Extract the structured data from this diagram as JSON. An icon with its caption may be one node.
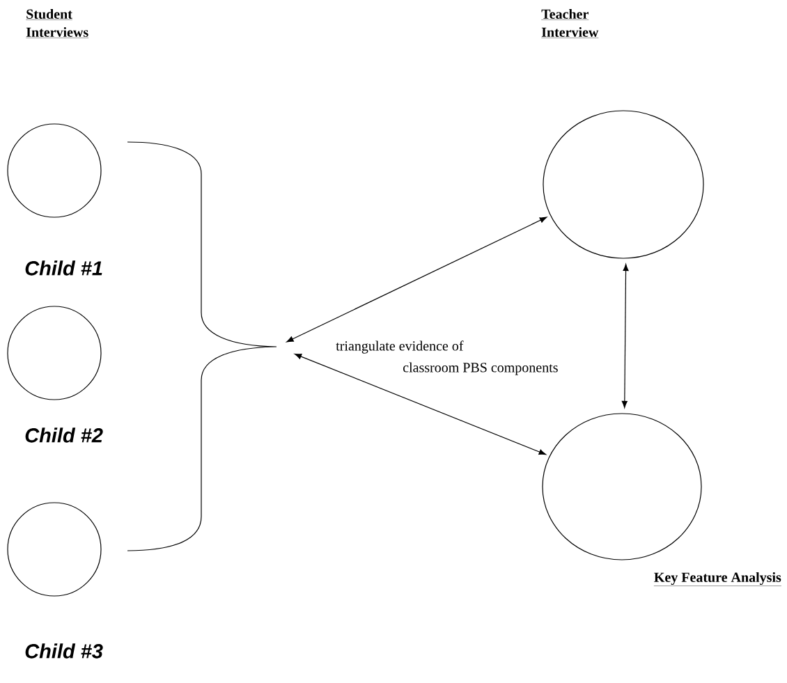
{
  "diagram": {
    "nodes": [
      {
        "text": [],
        "shape": "circle"
      },
      {
        "text": [],
        "shape": "circle"
      },
      {
        "text": [],
        "shape": "circle"
      },
      {
        "text": [],
        "shape": "brace"
      },
      {
        "text": [],
        "shape": "circle"
      },
      {
        "text": [],
        "shape": "circle"
      }
    ],
    "edges": [
      {
        "from": 3,
        "to": 4,
        "arrow": "both"
      },
      {
        "from": 3,
        "to": 5,
        "arrow": "both"
      },
      {
        "from": 4,
        "to": 5,
        "arrow": "both"
      }
    ],
    "labels": [
      "Student Interviews",
      "Teacher Interview",
      "Child #1",
      "triangulate evidence of classroom PBS components",
      "Child #2",
      "Key Feature Analysis",
      "Child #3"
    ]
  }
}
